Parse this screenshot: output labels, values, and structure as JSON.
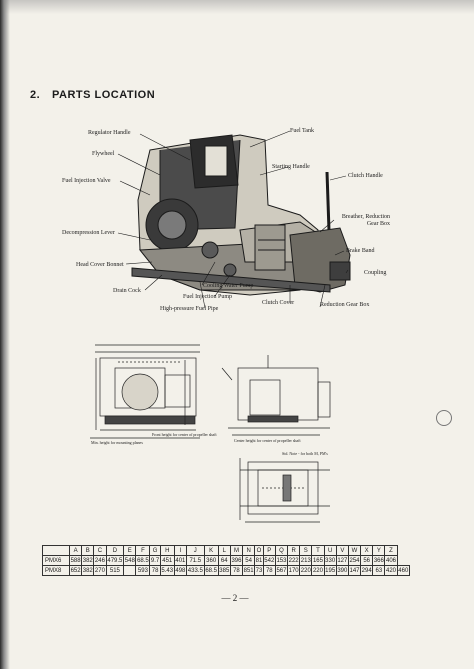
{
  "heading": {
    "number": "2.",
    "title": "PARTS LOCATION"
  },
  "callouts": {
    "regulator_handle": "Regulator Handle",
    "fuel_tank": "Fuel Tank",
    "flywheel": "Flywheel",
    "starting_handle": "Starting Handle",
    "clutch_handle": "Clutch Handle",
    "fuel_injection_valve": "Fuel Injection Valve",
    "breather": "Breather, Reduction",
    "gear_box": "Gear Box",
    "decompression_lever": "Decompression Lever",
    "brake_band": "Brake Band",
    "head_cover_bonnet": "Head Cover Bonnet",
    "coupling": "Coupling",
    "drain_cock": "Drain Cock",
    "cooling_water_pump": "Cooling Water Pump",
    "fuel_injection_pump": "Fuel Injection Pump",
    "clutch_cover": "Clutch Cover",
    "reduction_gear_box": "Reduction Gear Box",
    "high_pressure_fuel_pipe": "High-pressure Fuel Pipe"
  },
  "drawing_notes": {
    "note_min_height": "Min. height for mounting planes",
    "note_front_height": "Front height for center of propeller shaft",
    "note_center": "Center height for center of propeller shaft",
    "note_std": "Std. Note - for both M, PM's"
  },
  "dimensions_table": {
    "headers": [
      "",
      "A",
      "B",
      "C",
      "D",
      "E",
      "F",
      "G",
      "H",
      "I",
      "J",
      "K",
      "L",
      "M",
      "N",
      "O",
      "P",
      "Q",
      "R",
      "S",
      "T",
      "U",
      "V",
      "W",
      "X",
      "Y",
      "Z"
    ],
    "rows": [
      [
        "PMX6",
        "588",
        "382",
        "246",
        "479.5",
        "548",
        "68.5",
        "9.7",
        "451",
        "401",
        "71.5",
        "360",
        "64",
        "396",
        "54",
        "81",
        "542",
        "153",
        "222",
        "213",
        "165",
        "330",
        "127",
        "254",
        "56",
        "366",
        "406"
      ],
      [
        "PMX8",
        "652",
        "382",
        "270",
        "515",
        "",
        "593",
        "78",
        "5.43",
        "498",
        "433.5",
        "68.5",
        "385",
        "78",
        "851",
        "73",
        "78",
        "567",
        "170",
        "220",
        "220",
        "195",
        "390",
        "147",
        "294",
        "63",
        "420",
        "460"
      ]
    ]
  },
  "page_number": "— 2 —"
}
